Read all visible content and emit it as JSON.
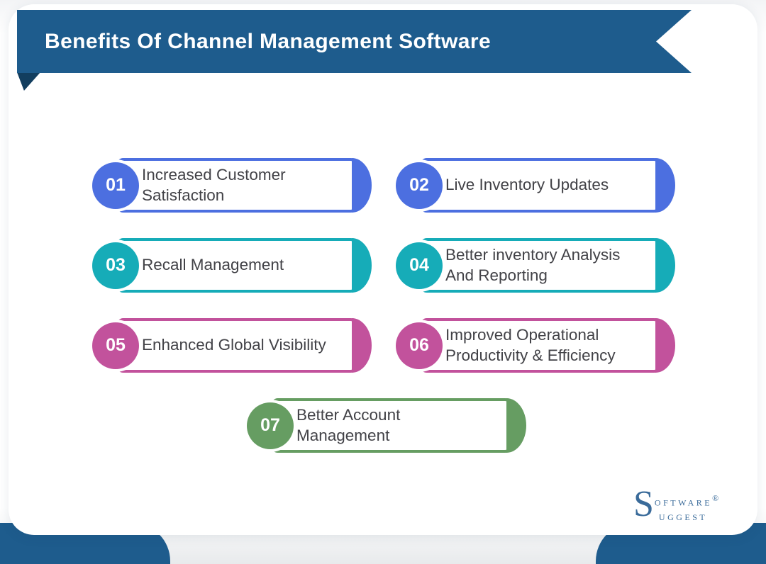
{
  "header": {
    "title": "Benefits Of Channel Management Software"
  },
  "items": [
    {
      "number": "01",
      "label": "Increased Customer Satisfaction",
      "color": "#4c6fe0"
    },
    {
      "number": "02",
      "label": "Live Inventory Updates",
      "color": "#4c6fe0"
    },
    {
      "number": "03",
      "label": "Recall Management",
      "color": "#16acb8"
    },
    {
      "number": "04",
      "label": "Better inventory Analysis And Reporting",
      "color": "#16acb8"
    },
    {
      "number": "05",
      "label": "Enhanced Global Visibility",
      "color": "#c2529c"
    },
    {
      "number": "06",
      "label": "Improved Operational Productivity & Efficiency",
      "color": "#c2529c"
    },
    {
      "number": "07",
      "label": "Better Account Management",
      "color": "#669d62"
    }
  ],
  "logo": {
    "big_letter": "S",
    "line1": "oftware",
    "registered": "®",
    "line2": "uggest"
  },
  "colors": {
    "banner": "#1e5c8d",
    "fold": "#123e5f",
    "corner": "#1e5c8d",
    "logo": "#3a6b9a",
    "label_text": "#424247"
  }
}
